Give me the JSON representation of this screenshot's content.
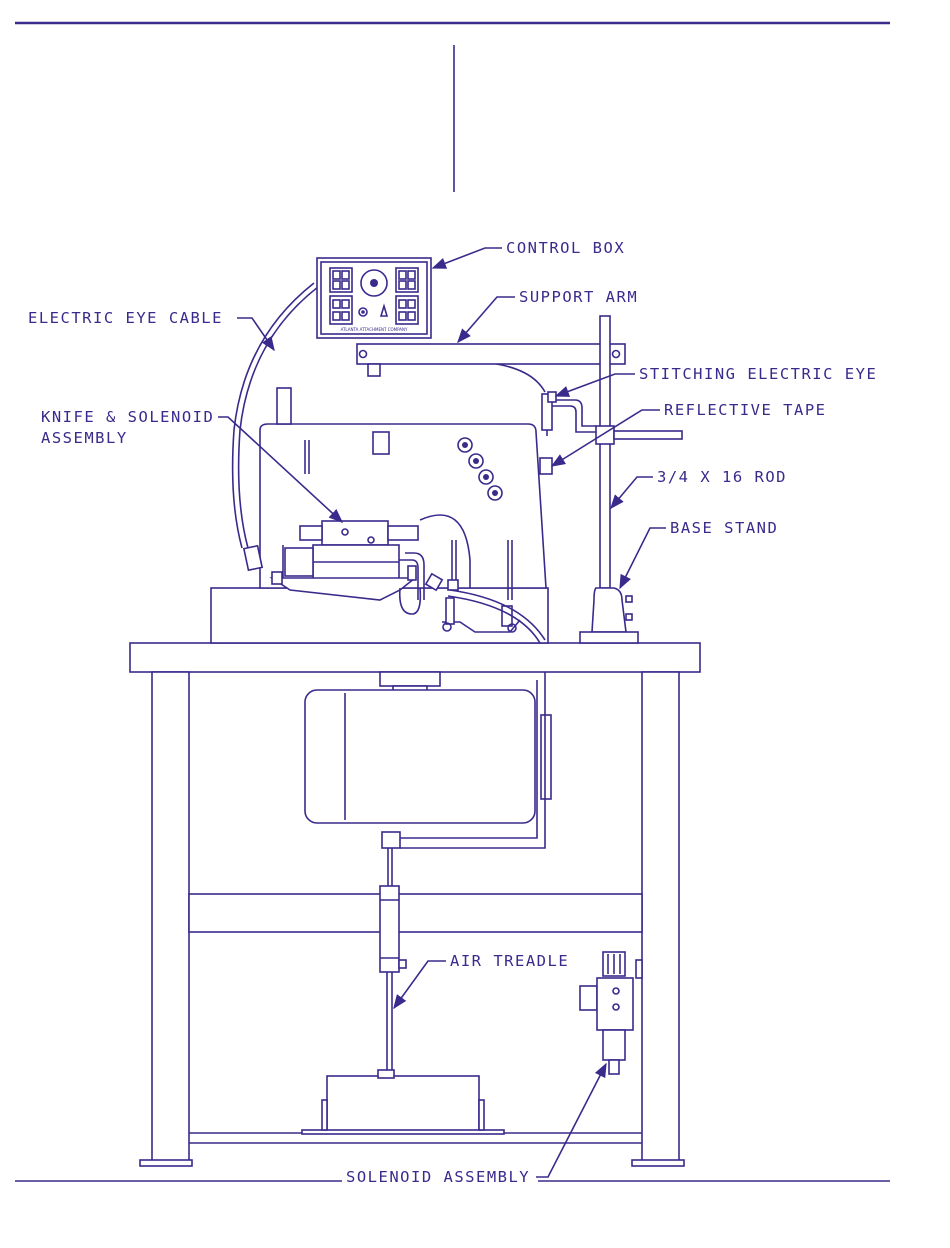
{
  "labels": {
    "control_box": "CONTROL BOX",
    "support_arm": "SUPPORT ARM",
    "electric_eye_cable": "ELECTRIC EYE CABLE",
    "stitching_electric_eye": "STITCHING ELECTRIC EYE",
    "reflective_tape": "REFLECTIVE TAPE",
    "knife_solenoid_line1": "KNIFE & SOLENOID",
    "knife_solenoid_line2": "ASSEMBLY",
    "rod": "3/4 X 16 ROD",
    "base_stand": "BASE STAND",
    "air_treadle": "AIR TREADLE",
    "solenoid_assembly": "SOLENOID ASSEMBLY"
  },
  "control_box_panel": {
    "company": "ATLANTA ATTACHMENT COMPANY"
  },
  "colors": {
    "line": "#3a2a8c",
    "background": "#ffffff"
  }
}
